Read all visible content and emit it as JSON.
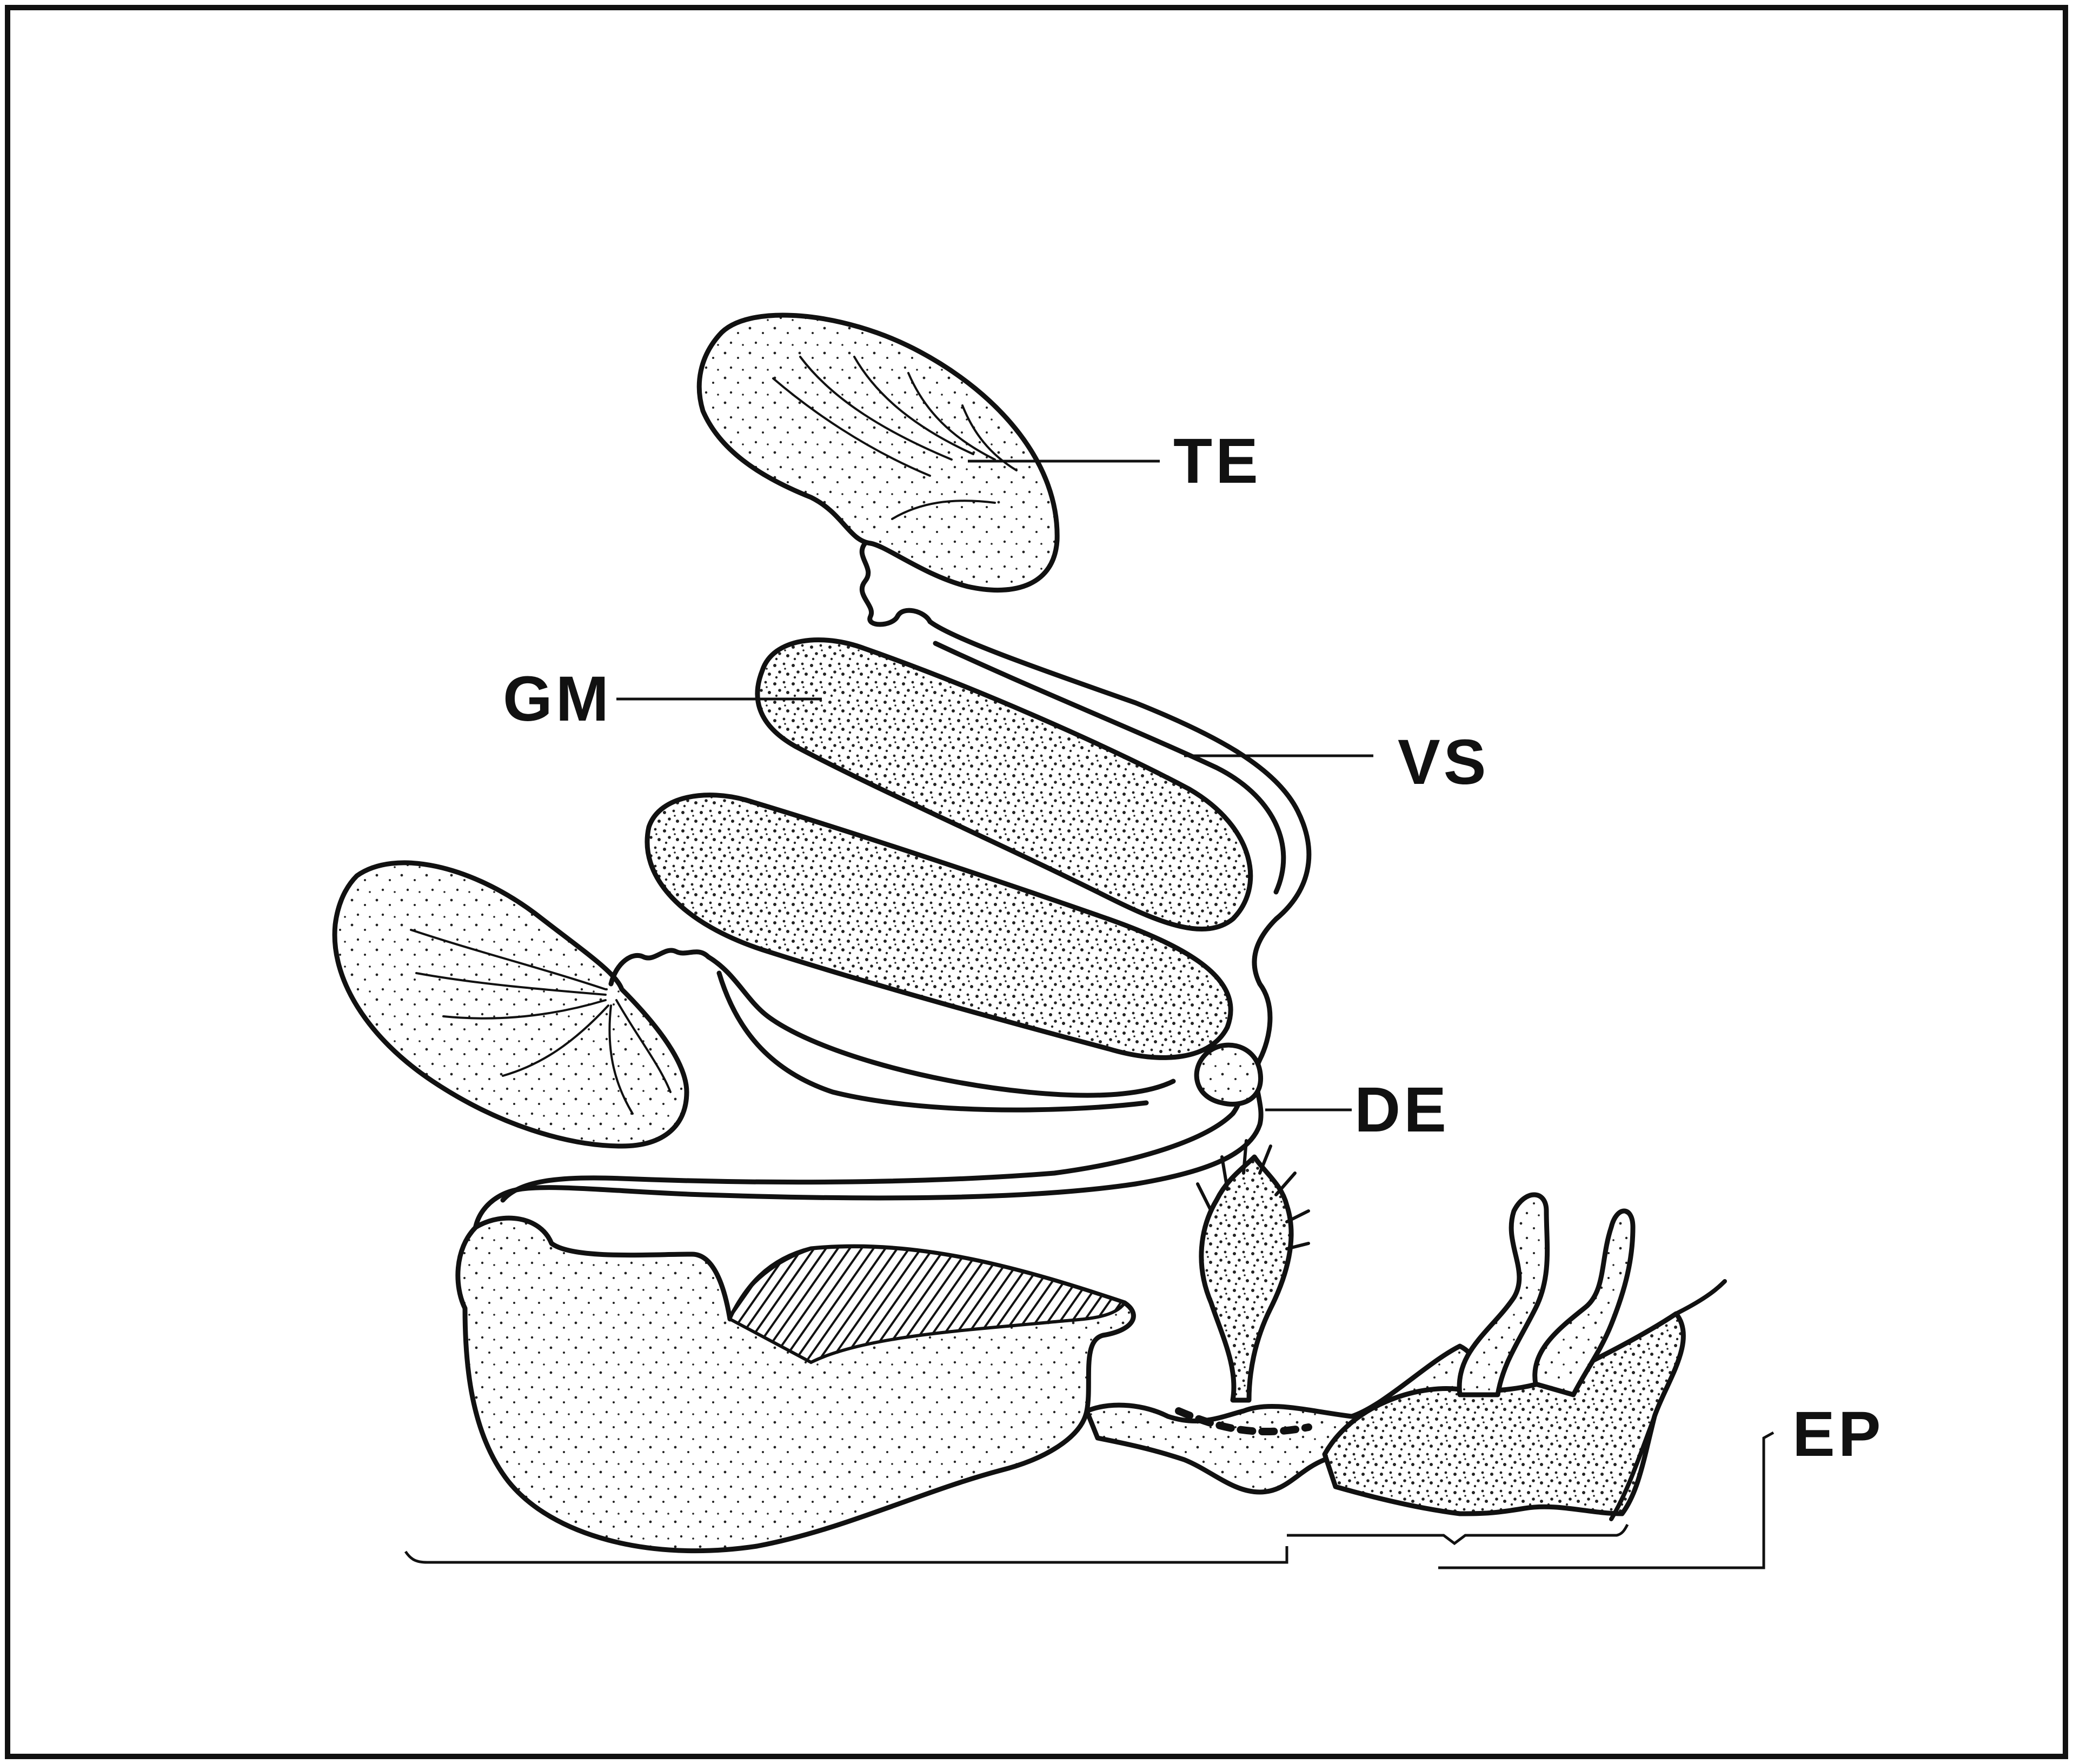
{
  "labels": {
    "te": "TE",
    "gm": "GM",
    "vs": "VS",
    "de": "DE",
    "ep": "EP"
  },
  "colors": {
    "ink": "#111111",
    "paper": "#ffffff"
  }
}
